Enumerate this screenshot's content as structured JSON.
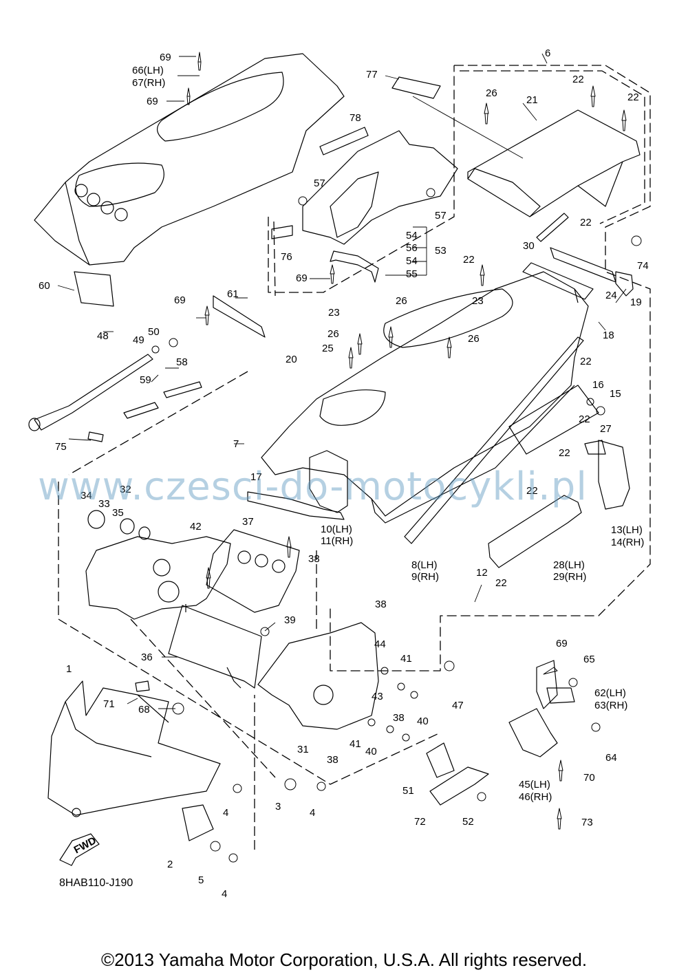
{
  "diagram": {
    "code": "8HAB110-J190",
    "fwd_badge": "FWD",
    "watermark": "www.czesci-do-motocykli.pl",
    "copyright": "©2013 Yamaha Motor Corporation, U.S.A. All rights reserved.",
    "callouts": [
      {
        "id": "c-69a",
        "text": "69"
      },
      {
        "id": "c-66",
        "text": "66(LH)"
      },
      {
        "id": "c-67",
        "text": "67(RH)"
      },
      {
        "id": "c-69b",
        "text": "69"
      },
      {
        "id": "c-77",
        "text": "77"
      },
      {
        "id": "c-6",
        "text": "6"
      },
      {
        "id": "c-26a",
        "text": "26"
      },
      {
        "id": "c-21",
        "text": "21"
      },
      {
        "id": "c-22a",
        "text": "22"
      },
      {
        "id": "c-22b",
        "text": "22"
      },
      {
        "id": "c-78",
        "text": "78"
      },
      {
        "id": "c-57a",
        "text": "57"
      },
      {
        "id": "c-57b",
        "text": "57"
      },
      {
        "id": "c-22c",
        "text": "22"
      },
      {
        "id": "c-54a",
        "text": "54"
      },
      {
        "id": "c-56",
        "text": "56"
      },
      {
        "id": "c-53",
        "text": "53"
      },
      {
        "id": "c-54b",
        "text": "54"
      },
      {
        "id": "c-55",
        "text": "55"
      },
      {
        "id": "c-30",
        "text": "30"
      },
      {
        "id": "c-74",
        "text": "74"
      },
      {
        "id": "c-76",
        "text": "76"
      },
      {
        "id": "c-60",
        "text": "60"
      },
      {
        "id": "c-69c",
        "text": "69"
      },
      {
        "id": "c-22d",
        "text": "22"
      },
      {
        "id": "c-19",
        "text": "19"
      },
      {
        "id": "c-24",
        "text": "24"
      },
      {
        "id": "c-18",
        "text": "18"
      },
      {
        "id": "c-61",
        "text": "61"
      },
      {
        "id": "c-69d",
        "text": "69"
      },
      {
        "id": "c-23a",
        "text": "23"
      },
      {
        "id": "c-26b",
        "text": "26"
      },
      {
        "id": "c-23b",
        "text": "23"
      },
      {
        "id": "c-26c",
        "text": "26"
      },
      {
        "id": "c-26d",
        "text": "26"
      },
      {
        "id": "c-25",
        "text": "25"
      },
      {
        "id": "c-50",
        "text": "50"
      },
      {
        "id": "c-48",
        "text": "48"
      },
      {
        "id": "c-49",
        "text": "49"
      },
      {
        "id": "c-58",
        "text": "58"
      },
      {
        "id": "c-20",
        "text": "20"
      },
      {
        "id": "c-59",
        "text": "59"
      },
      {
        "id": "c-22e",
        "text": "22"
      },
      {
        "id": "c-16",
        "text": "16"
      },
      {
        "id": "c-15",
        "text": "15"
      },
      {
        "id": "c-22f",
        "text": "22"
      },
      {
        "id": "c-27",
        "text": "27"
      },
      {
        "id": "c-7",
        "text": "7"
      },
      {
        "id": "c-75",
        "text": "75"
      },
      {
        "id": "c-22g",
        "text": "22"
      },
      {
        "id": "c-17",
        "text": "17"
      },
      {
        "id": "c-34",
        "text": "34"
      },
      {
        "id": "c-32",
        "text": "32"
      },
      {
        "id": "c-33",
        "text": "33"
      },
      {
        "id": "c-35",
        "text": "35"
      },
      {
        "id": "c-22h",
        "text": "22"
      },
      {
        "id": "c-42",
        "text": "42"
      },
      {
        "id": "c-37",
        "text": "37"
      },
      {
        "id": "c-10",
        "text": "10(LH)"
      },
      {
        "id": "c-11",
        "text": "11(RH)"
      },
      {
        "id": "c-13",
        "text": "13(LH)"
      },
      {
        "id": "c-14",
        "text": "14(RH)"
      },
      {
        "id": "c-38a",
        "text": "38"
      },
      {
        "id": "c-8",
        "text": "8(LH)"
      },
      {
        "id": "c-9",
        "text": "9(RH)"
      },
      {
        "id": "c-28",
        "text": "28(LH)"
      },
      {
        "id": "c-29",
        "text": "29(RH)"
      },
      {
        "id": "c-12",
        "text": "12"
      },
      {
        "id": "c-22i",
        "text": "22"
      },
      {
        "id": "c-38b",
        "text": "38"
      },
      {
        "id": "c-39",
        "text": "39"
      },
      {
        "id": "c-36",
        "text": "36"
      },
      {
        "id": "c-44",
        "text": "44"
      },
      {
        "id": "c-41a",
        "text": "41"
      },
      {
        "id": "c-69e",
        "text": "69"
      },
      {
        "id": "c-65",
        "text": "65"
      },
      {
        "id": "c-1",
        "text": "1"
      },
      {
        "id": "c-47",
        "text": "47"
      },
      {
        "id": "c-62",
        "text": "62(LH)"
      },
      {
        "id": "c-63",
        "text": "63(RH)"
      },
      {
        "id": "c-71",
        "text": "71"
      },
      {
        "id": "c-68",
        "text": "68"
      },
      {
        "id": "c-43",
        "text": "43"
      },
      {
        "id": "c-38c",
        "text": "38"
      },
      {
        "id": "c-40a",
        "text": "40"
      },
      {
        "id": "c-41b",
        "text": "41"
      },
      {
        "id": "c-31",
        "text": "31"
      },
      {
        "id": "c-40b",
        "text": "40"
      },
      {
        "id": "c-64",
        "text": "64"
      },
      {
        "id": "c-38d",
        "text": "38"
      },
      {
        "id": "c-70",
        "text": "70"
      },
      {
        "id": "c-51",
        "text": "51"
      },
      {
        "id": "c-45",
        "text": "45(LH)"
      },
      {
        "id": "c-46",
        "text": "46(RH)"
      },
      {
        "id": "c-3",
        "text": "3"
      },
      {
        "id": "c-4a",
        "text": "4"
      },
      {
        "id": "c-4b",
        "text": "4"
      },
      {
        "id": "c-72",
        "text": "72"
      },
      {
        "id": "c-52",
        "text": "52"
      },
      {
        "id": "c-73",
        "text": "73"
      },
      {
        "id": "c-2",
        "text": "2"
      },
      {
        "id": "c-5",
        "text": "5"
      },
      {
        "id": "c-4c",
        "text": "4"
      }
    ]
  }
}
